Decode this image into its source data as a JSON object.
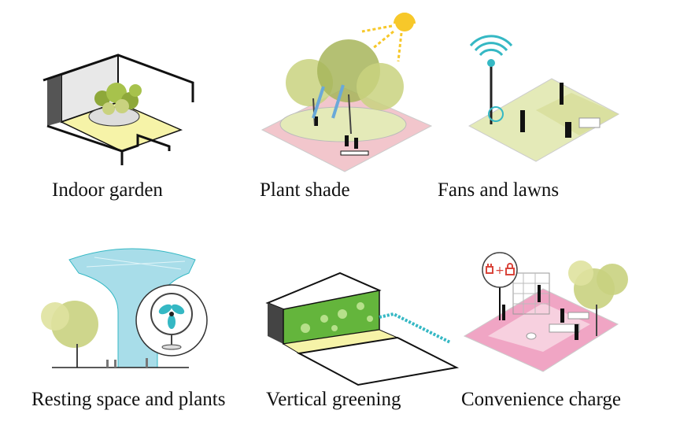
{
  "panels": [
    {
      "id": "indoor-garden",
      "label": "Indoor garden"
    },
    {
      "id": "plant-shade",
      "label": "Plant shade"
    },
    {
      "id": "fans-lawns",
      "label": "Fans and lawns"
    },
    {
      "id": "resting-space",
      "label": "Resting space and plants"
    },
    {
      "id": "vertical-greening",
      "label": "Vertical greening"
    },
    {
      "id": "convenience-charge",
      "label": "Convenience charge"
    }
  ],
  "colors": {
    "foliage": "#c9d27f",
    "foliage_dark": "#8ea83a",
    "floor_yellow": "#f6f3a8",
    "floor_pink": "#f2c6cc",
    "lawn": "#e4eab8",
    "sun": "#f7c82a",
    "wifi": "#35b8c4",
    "canopy": "#a8dde9",
    "charge_pink": "#f0a5c4",
    "charge_icon": "#d9453b"
  },
  "icons": [
    "sun-icon",
    "wifi-icon",
    "fan-icon",
    "plug-icon",
    "lock-icon"
  ]
}
